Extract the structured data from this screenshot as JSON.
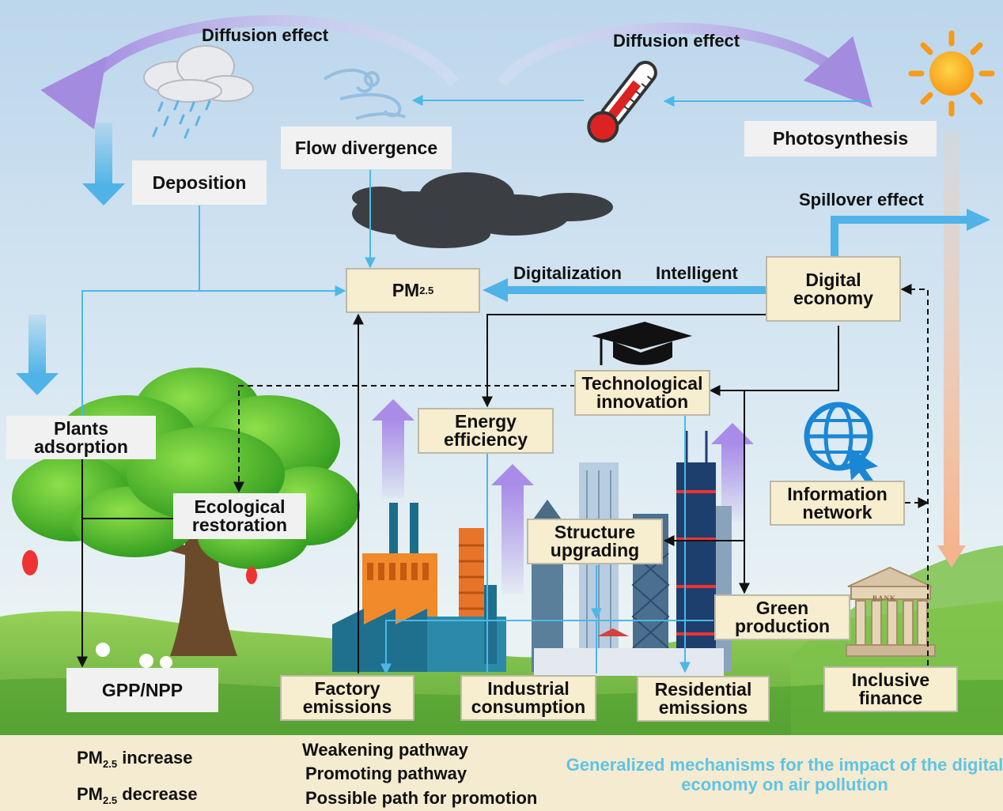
{
  "labels": {
    "diffusion_left": "Diffusion effect",
    "diffusion_right": "Diffusion effect",
    "flow_divergence": "Flow divergence",
    "deposition": "Deposition",
    "photosynthesis": "Photosynthesis",
    "spillover": "Spillover effect",
    "pm_main": "PM",
    "pm_sub": "2.5",
    "digitalization": "Digitalization",
    "intelligent": "Intelligent",
    "digital_economy": "Digital economy",
    "technological_innovation": "Technological innovation",
    "energy_efficiency": "Energy efficiency",
    "plants_adsorption": "Plants adsorption",
    "ecological_restoration": "Ecological restoration",
    "information_network": "Information network",
    "structure_upgrading": "Structure upgrading",
    "green_production": "Green production",
    "gpp_npp": "GPP/NPP",
    "factory_emissions": "Factory emissions",
    "industrial_consumption": "Industrial consumption",
    "residential_emissions": "Residential emissions",
    "inclusive_finance": "Inclusive finance",
    "bank_sign": "BANK"
  },
  "legend": {
    "increase_prefix": "PM",
    "increase_sub": "2.5",
    "increase_text": " increase",
    "decrease_prefix": "PM",
    "decrease_sub": "2.5",
    "decrease_text": " decrease",
    "weakening": "Weakening pathway",
    "promoting": "Promoting pathway",
    "possible": "Possible path for promotion",
    "caption": "Generalized mechanisms for the impact of the digital economy on air pollution"
  },
  "colors": {
    "weakening": "#4db8e6",
    "promoting": "#111111",
    "increase_arrow": "#a98be8",
    "decrease_arrow": "#4fb3e8",
    "caption": "#5fc4e6",
    "box_fill": "#f7edcf"
  }
}
